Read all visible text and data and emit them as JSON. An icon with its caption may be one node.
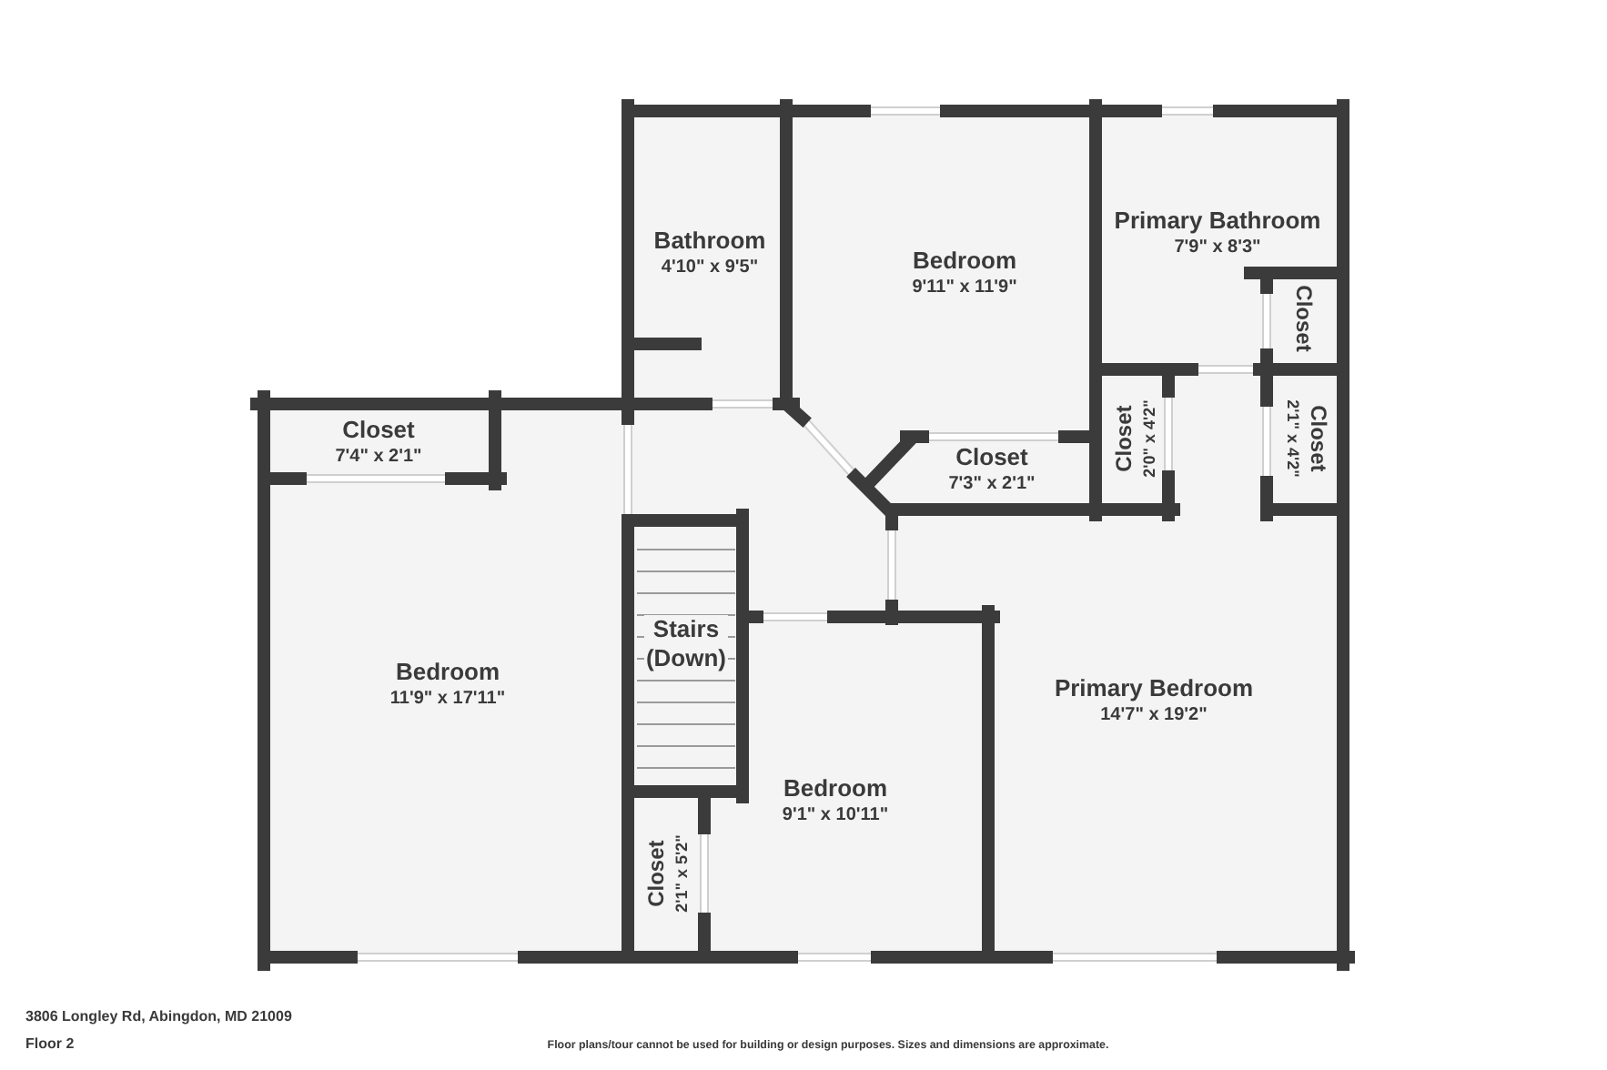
{
  "diagram": {
    "nodes": [
      {
        "text": [
          "Bathroom",
          "4'10\" x 9'5\""
        ]
      },
      {
        "text": [
          "Bedroom",
          "9'11\" x 11'9\""
        ]
      },
      {
        "text": [
          "Primary Bathroom",
          "7'9\" x 8'3\""
        ]
      },
      {
        "text": [
          "Closet"
        ]
      },
      {
        "text": [
          "Closet",
          "7'4\" x 2'1\""
        ]
      },
      {
        "text": [
          "Closet",
          "7'3\" x 2'1\""
        ]
      },
      {
        "text": [
          "Closet",
          "2'0\" x 4'2\""
        ]
      },
      {
        "text": [
          "Closet",
          "2'1\" x 4'2\""
        ]
      },
      {
        "text": [
          "Bedroom",
          "11'9\" x 17'11\""
        ]
      },
      {
        "text": [
          "Stairs (Down)"
        ]
      },
      {
        "text": [
          "Primary Bedroom",
          "14'7\" x 19'2\""
        ]
      },
      {
        "text": [
          "Bedroom",
          "9'1\" x 10'11\""
        ]
      },
      {
        "text": [
          "Closet",
          "2'1\" x 5'2\""
        ]
      }
    ],
    "labels": [
      "3806 Longley Rd, Abingdon, MD 21009",
      "Floor 2",
      "Floor plans/tour cannot be used for building or design purposes. Sizes and dimensions are approximate."
    ]
  }
}
